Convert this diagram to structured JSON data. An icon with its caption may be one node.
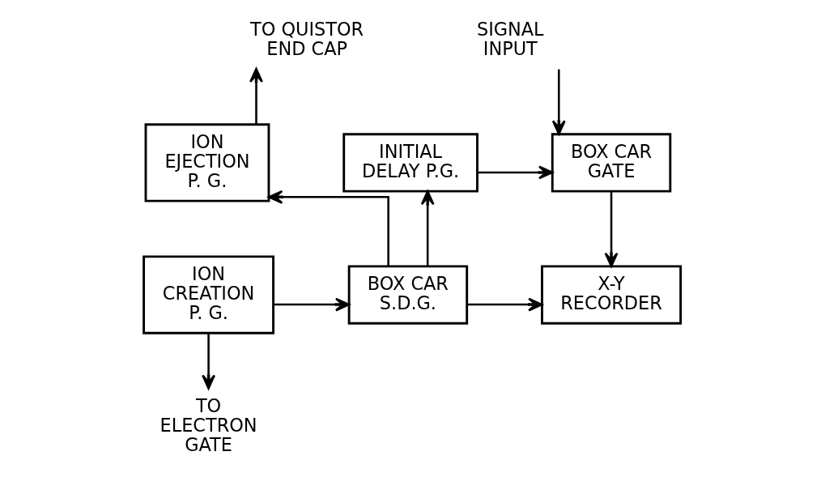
{
  "diagram": {
    "nodes": [
      {
        "text": [
          "TO QUISTOR END CAP"
        ]
      },
      {
        "text": [
          "SIGNAL INPUT"
        ]
      },
      {
        "text": [
          "ION EJECTION P. G."
        ]
      },
      {
        "text": [
          "INITIAL DELAY P.G."
        ]
      },
      {
        "text": [
          "BOX CAR GATE"
        ]
      },
      {
        "text": [
          "ION CREATION P. G."
        ]
      },
      {
        "text": [
          "BOX CAR S.D.G."
        ]
      },
      {
        "text": [
          "X-Y RECORDER"
        ]
      },
      {
        "text": [
          "TO ELECTRON GATE"
        ]
      }
    ],
    "edges": [
      {
        "from": 2,
        "to": 0,
        "arrow": "to"
      },
      {
        "from": 1,
        "to": 4,
        "arrow": "to"
      },
      {
        "from": 3,
        "to": 4,
        "arrow": "to"
      },
      {
        "from": 4,
        "to": 7,
        "arrow": "to"
      },
      {
        "from": 6,
        "to": 3,
        "arrow": "to"
      },
      {
        "from": 6,
        "to": 2,
        "arrow": "to"
      },
      {
        "from": 5,
        "to": 6,
        "arrow": "to"
      },
      {
        "from": 6,
        "to": 7,
        "arrow": "to"
      },
      {
        "from": 5,
        "to": 8,
        "arrow": "to"
      }
    ]
  }
}
